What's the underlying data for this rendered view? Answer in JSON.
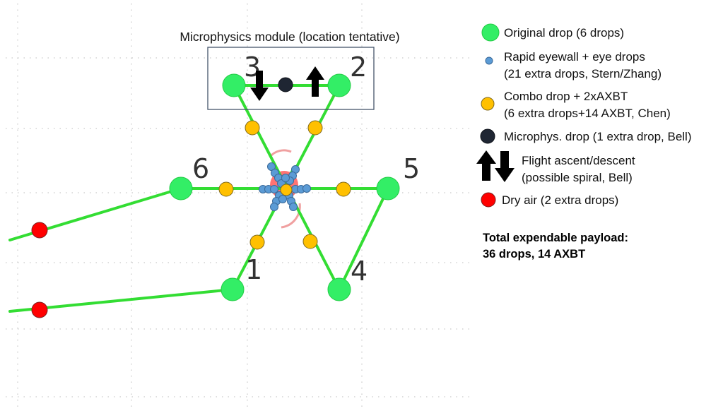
{
  "module": {
    "title": "Microphysics module (location tentative)"
  },
  "drop_numbers": [
    "1",
    "2",
    "3",
    "4",
    "5",
    "6"
  ],
  "legend": [
    {
      "icon": "green-circle-icon",
      "color": "#33ee66",
      "text": [
        "Original drop (6 drops)"
      ]
    },
    {
      "icon": "blue-dot-icon",
      "color": "#5b9bd5",
      "text": [
        "Rapid eyewall + eye drops",
        "(21 extra drops, Stern/Zhang)"
      ]
    },
    {
      "icon": "orange-circle-icon",
      "color": "#ffc000",
      "text": [
        "Combo drop + 2xAXBT",
        "(6 extra drops+14 AXBT, Chen)"
      ]
    },
    {
      "icon": "dark-circle-icon",
      "color": "#1f2633",
      "text": [
        "Microphys. drop (1 extra drop, Bell)"
      ]
    },
    {
      "icon": "up-down-arrows-icon",
      "color": "#000000",
      "text": [
        "Flight ascent/descent",
        "(possible spiral, Bell)"
      ]
    },
    {
      "icon": "red-circle-icon",
      "color": "#ff0000",
      "text": [
        "Dry air (2 extra drops)"
      ]
    }
  ],
  "total": {
    "line1": "Total expendable payload:",
    "line2": "36 drops, 14 AXBT"
  },
  "colors": {
    "track": "#33dd33",
    "original_drop": "#33ee66",
    "eye_drop": "#5b9bd5",
    "combo_drop": "#ffc000",
    "microphysics_drop": "#1f2633",
    "dry_air_drop": "#ff0000",
    "module_border": "#44546a"
  }
}
